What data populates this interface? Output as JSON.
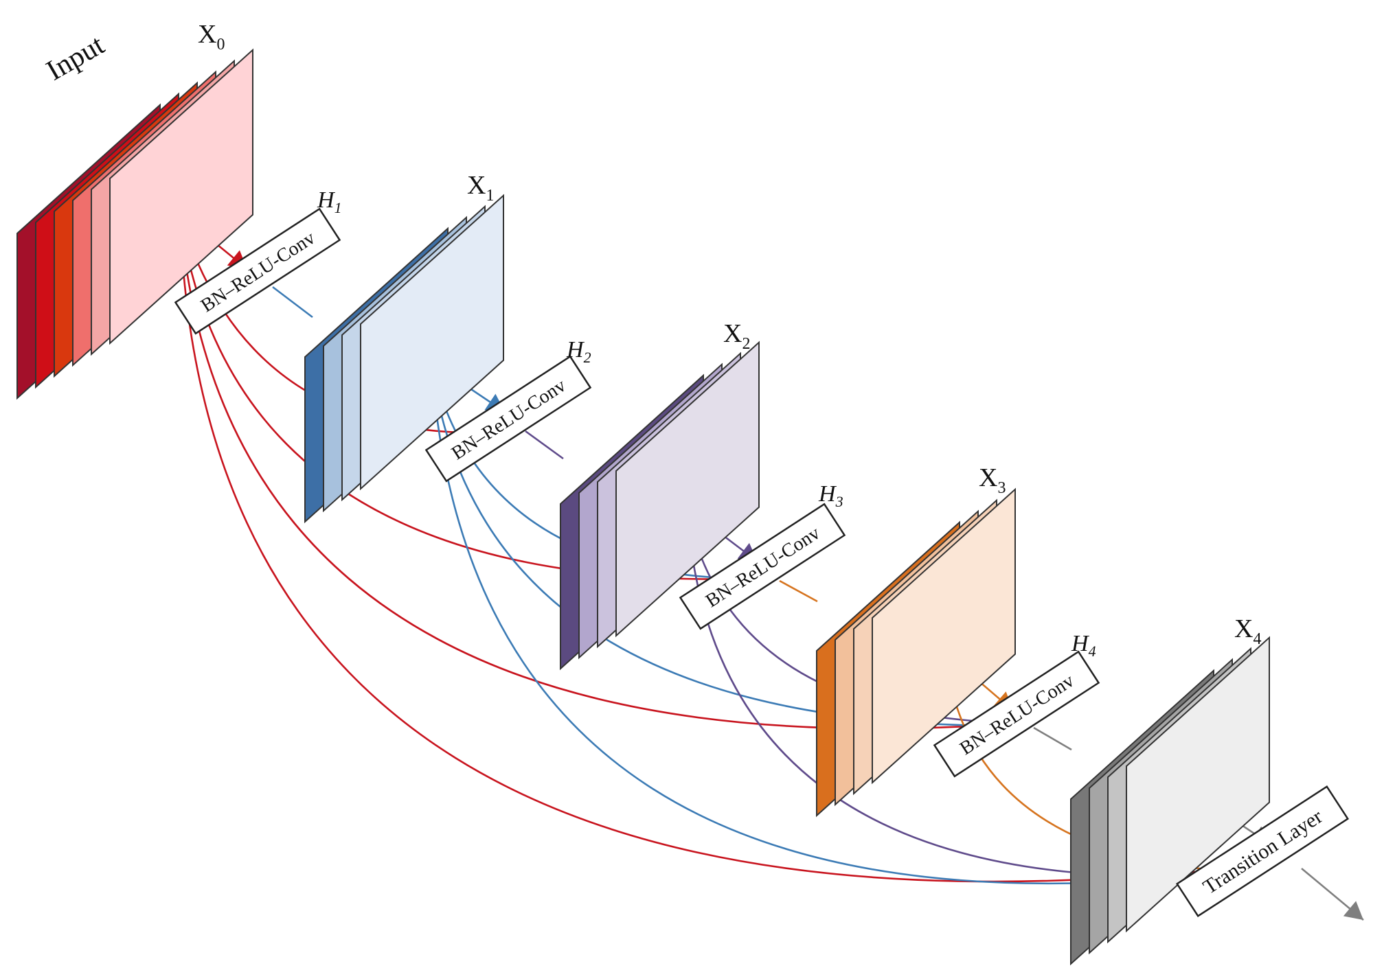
{
  "input_label": "Input",
  "blocks": [
    {
      "id": "x0",
      "name": "X",
      "sub": "0",
      "colors": [
        "#a3102a",
        "#cf0e17",
        "#d9380e",
        "#ef6f6c",
        "#f4a6a6",
        "#ffd3d6"
      ]
    },
    {
      "id": "x1",
      "name": "X",
      "sub": "1",
      "colors": [
        "#3d6fa6",
        "#a7c1dd",
        "#c5d6ea",
        "#e3ebf6"
      ]
    },
    {
      "id": "x2",
      "name": "X",
      "sub": "2",
      "colors": [
        "#5b4a80",
        "#b2a6cd",
        "#cbc2dd",
        "#e3deea"
      ]
    },
    {
      "id": "x3",
      "name": "X",
      "sub": "3",
      "colors": [
        "#d96f1e",
        "#f2c09b",
        "#f6d2b8",
        "#fbe6d6"
      ]
    },
    {
      "id": "x4",
      "name": "X",
      "sub": "4",
      "colors": [
        "#787878",
        "#a5a5a5",
        "#c4c4c4",
        "#eeeeee"
      ]
    }
  ],
  "h_labels": [
    {
      "name": "H",
      "sub": "1"
    },
    {
      "name": "H",
      "sub": "2"
    },
    {
      "name": "H",
      "sub": "3"
    },
    {
      "name": "H",
      "sub": "4"
    }
  ],
  "bn_label": "BN–ReLU-Conv",
  "transition_label": "Transition Layer",
  "colors": {
    "red": "#c8141e",
    "blue": "#3c7bb5",
    "purple": "#5f4b8b",
    "orange": "#d6741f",
    "gray": "#7f7f7f",
    "box_stroke": "#222222"
  }
}
